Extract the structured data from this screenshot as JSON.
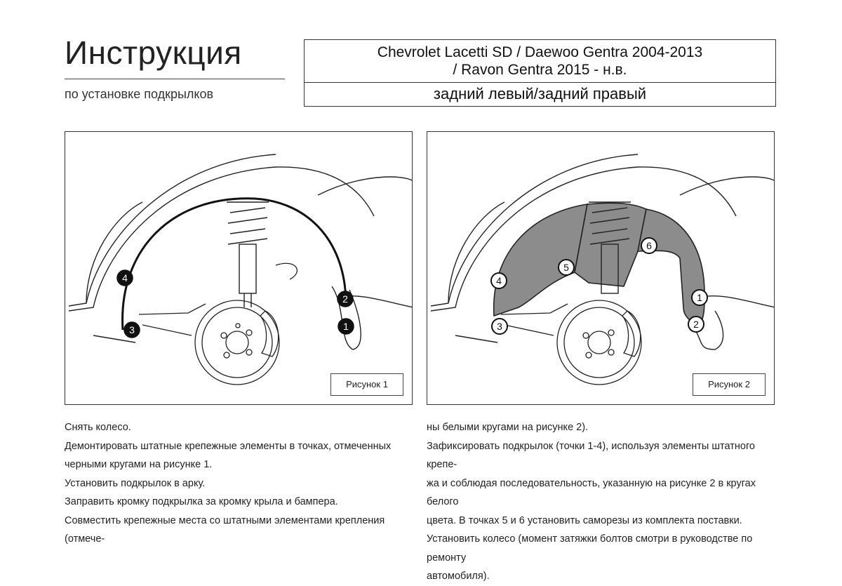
{
  "header": {
    "title": "Инструкция",
    "subtitle": "по установке подкрылков",
    "model_line1": "Chevrolet Lacetti SD / Daewoo Gentra 2004-2013",
    "model_line2": "/ Ravon Gentra 2015 - н.в.",
    "position": "задний левый/задний правый"
  },
  "figure1": {
    "caption": "Рисунок 1",
    "points": [
      "1",
      "2",
      "3",
      "4"
    ]
  },
  "figure2": {
    "caption": "Рисунок 2",
    "points": [
      "1",
      "2",
      "3",
      "4",
      "5",
      "6"
    ]
  },
  "instructions": {
    "left": [
      "Снять колесо.",
      "Демонтировать штатные крепежные элементы в точках, отмеченных",
      "черными кругами на рисунке 1.",
      "Установить подкрылок в арку.",
      "Заправить кромку подкрылка за кромку крыла и бампера.",
      "Совместить крепежные места со штатными элементами крепления (отмече-"
    ],
    "right": [
      "ны белыми кругами на рисунке 2).",
      "Зафиксировать подкрылок (точки 1-4), используя элементы штатного крепе-",
      "жа и соблюдая последовательность, указанную на рисунке 2 в кругах белого",
      "цвета. В точках 5 и 6 установить саморезы из комплекта поставки.",
      "Установить колесо (момент затяжки болтов смотри в руководстве по ремонту",
      "автомобиля)."
    ]
  },
  "colors": {
    "ink": "#1a1a1a",
    "liner_fill": "#8c8c8c",
    "marker_black": "#111111",
    "marker_white": "#ffffff"
  }
}
